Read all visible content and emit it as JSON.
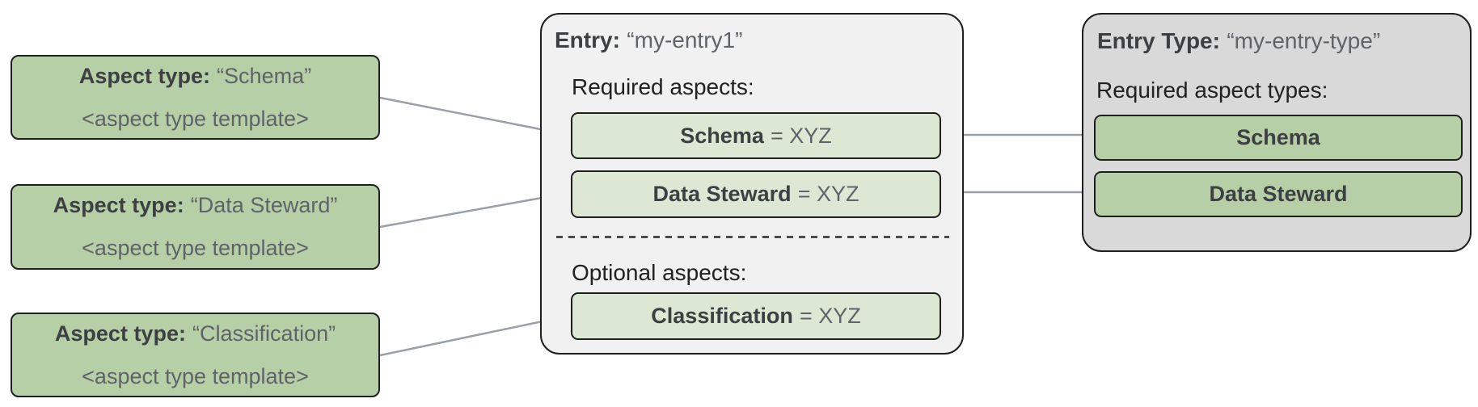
{
  "colors": {
    "green_dark": "#b7cfa6",
    "green_light": "#dce8d3",
    "entry_container_bg": "#f1f1f1",
    "entry_type_container_bg": "#d9d9d9",
    "border": "#1f1f1f",
    "connector": "#9aa0a6",
    "text_bold": "#3c4043",
    "text_muted": "#5f6368",
    "text_label": "#212121"
  },
  "aspect_type_boxes": [
    {
      "label_bold": "Aspect type:",
      "label_value": "“Schema”",
      "template": "<aspect type template>"
    },
    {
      "label_bold": "Aspect type:",
      "label_value": "“Data Steward”",
      "template": "<aspect type template>"
    },
    {
      "label_bold": "Aspect type:",
      "label_value": "“Classification”",
      "template": "<aspect type template>"
    }
  ],
  "entry": {
    "title_bold": "Entry:",
    "title_value": "“my-entry1”",
    "required_label": "Required aspects:",
    "required_aspects": [
      {
        "name": "Schema",
        "value": "= XYZ"
      },
      {
        "name": "Data Steward",
        "value": "= XYZ"
      }
    ],
    "optional_label": "Optional aspects:",
    "optional_aspects": [
      {
        "name": "Classification",
        "value": "= XYZ"
      }
    ]
  },
  "entry_type": {
    "title_bold": "Entry Type:",
    "title_value": "“my-entry-type”",
    "required_label": "Required aspect types:",
    "aspect_types": [
      {
        "name": "Schema"
      },
      {
        "name": "Data Steward"
      }
    ]
  }
}
